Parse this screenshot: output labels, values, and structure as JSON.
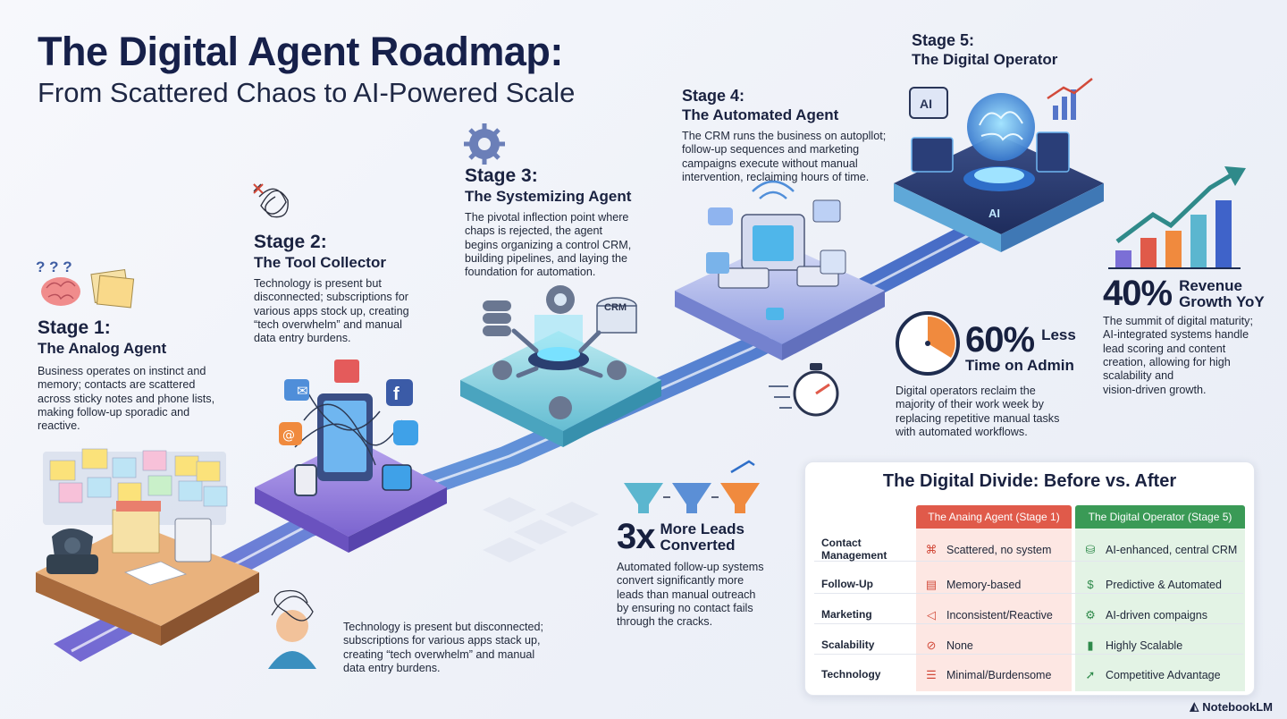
{
  "header": {
    "title": "The Digital Agent Roadmap:",
    "subtitle": "From Scattered Chaos to AI-Powered Scale"
  },
  "stages": [
    {
      "label": "Stage 1:",
      "name": "The Analog Agent",
      "desc": [
        "Business operates on instinct and",
        "memory; contacts are scattered",
        "across sticky notes and phone lists,",
        "making follow-up sporadic and",
        "reactive."
      ]
    },
    {
      "label": "Stage 2:",
      "name": "The Tool Collector",
      "desc": [
        "Technology is present but",
        "disconnected; subscriptions for",
        "various apps stock up, creating",
        "“tech overwhelm” and manual",
        "data entry burdens."
      ]
    },
    {
      "label": "Stage 3:",
      "name": "The Systemizing Agent",
      "desc": [
        "The pivotal inflection point where",
        "chaps is rejected, the agent",
        "begins organizing a control CRM,",
        "building pipelines, and laying the",
        "foundation for automation."
      ]
    },
    {
      "label": "Stage 4:",
      "name": "The Automated Agent",
      "desc": [
        "The CRM runs the business on autopllot;",
        "follow-up sequences and marketing",
        "campaigns execute without manual",
        "intervention, reclaiming hours of time."
      ]
    },
    {
      "label": "Stage 5:",
      "name": "The Digital Operator"
    }
  ],
  "overwhelm_note": [
    "Technology is present but disconnected;",
    "subscriptions for various apps stack up,",
    "creating “tech overwhelm” and manual",
    "data entry burdens."
  ],
  "stats": {
    "leads": {
      "value": "3x",
      "line1": "More Leads",
      "line2": "Converted",
      "desc": [
        "Automated follow-up systems",
        "convert significantly more",
        "leads than manual outreach",
        "by ensuring no contact fails",
        "through the cracks."
      ]
    },
    "admin": {
      "value": "60%",
      "line1": "Less",
      "line2": "Time on Admin",
      "desc": [
        "Digital operators reclaim the",
        "majority of their work week by",
        "replacing repetitive manual tasks",
        "with automated workflows."
      ]
    },
    "revenue": {
      "value": "40%",
      "line1": "Revenue",
      "line2": "Growth YoY",
      "desc": [
        "The summit of digital maturity;",
        "AI-integrated systems handle",
        "lead scoring and content",
        "creation, allowing for high",
        "scalability and",
        "vision-driven growth."
      ]
    }
  },
  "scene_labels": {
    "crm": "CRM",
    "ai_chip": "AI",
    "ai_platform": "AI"
  },
  "comparison": {
    "title": "The Digital Divide: Before vs. After",
    "col_a": "The Anaing Agent (Stage 1)",
    "col_b": "The Digital Operator (Stage 5)",
    "rows": [
      {
        "label": "Contact Management",
        "a": "Scattered, no system",
        "b": "AI-enhanced, central CRM",
        "icon_a": "network-icon",
        "icon_b": "database-icon"
      },
      {
        "label": "Follow-Up",
        "a": "Memory-based",
        "b": "Predictive & Automated",
        "icon_a": "notes-icon",
        "icon_b": "hand-coin-icon"
      },
      {
        "label": "Marketing",
        "a": "Inconsistent/Reactive",
        "b": "AI-driven compaigns",
        "icon_a": "megaphone-icon",
        "icon_b": "ai-gear-icon"
      },
      {
        "label": "Scalability",
        "a": "None",
        "b": "Highly Scalable",
        "icon_a": "no-entry-icon",
        "icon_b": "bar-chart-icon"
      },
      {
        "label": "Technology",
        "a": "Minimal/Burdensome",
        "b": "Competitive Advantage",
        "icon_a": "server-icon",
        "icon_b": "rocket-icon"
      }
    ]
  },
  "brand": {
    "name": "NotebookLM"
  },
  "colors": {
    "navy": "#16204a",
    "red": "#e05a4a",
    "green": "#3a9a56",
    "purple": "#7b6fd6",
    "teal": "#5fc6d8",
    "blue": "#3f63c9"
  }
}
